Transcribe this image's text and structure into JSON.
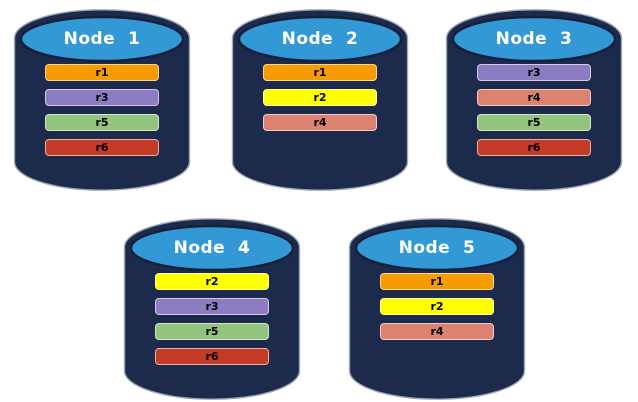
{
  "diagram": {
    "kind": "database-replica-distribution"
  },
  "colors": {
    "background": "#FFFFFF",
    "cylinder_body": "#1C2A4C",
    "cylinder_outline": "#9EA8BC",
    "cap_fill": "#3399D6",
    "cap_outline": "#14203C",
    "title_text": "#FFFFFF",
    "bar_text": "#000000"
  },
  "replica_colors": {
    "r1": "#F79C00",
    "r2": "#FFFF00",
    "r3": "#8E7CC3",
    "r4": "#DD8170",
    "r5": "#93C47D",
    "r6": "#C43B28"
  },
  "nodes": [
    {
      "label": "Node  1",
      "replicas": [
        "r1",
        "r3",
        "r5",
        "r6"
      ]
    },
    {
      "label": "Node  2",
      "replicas": [
        "r1",
        "r2",
        "r4"
      ]
    },
    {
      "label": "Node  3",
      "replicas": [
        "r3",
        "r4",
        "r5",
        "r6"
      ]
    },
    {
      "label": "Node  4",
      "replicas": [
        "r2",
        "r3",
        "r5",
        "r6"
      ]
    },
    {
      "label": "Node  5",
      "replicas": [
        "r1",
        "r2",
        "r4"
      ]
    }
  ]
}
